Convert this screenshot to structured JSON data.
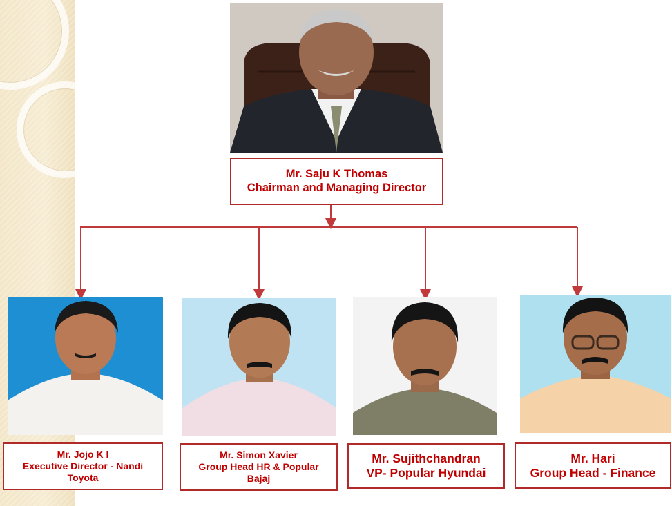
{
  "colors": {
    "accent": "#c00000",
    "box_border": "#b02a2a",
    "connector": "#c0393b",
    "side_strip": "#f3e6c8"
  },
  "chairman": {
    "name": "Mr. Saju K Thomas",
    "title": "Chairman and Managing Director"
  },
  "reports": [
    {
      "name": "Mr. Jojo K I",
      "title_line1": "Executive Director - Nandi",
      "title_line2": "Toyota"
    },
    {
      "name": "Mr. Simon Xavier",
      "title_line1": "Group Head HR & Popular",
      "title_line2": "Bajaj"
    },
    {
      "name": "Mr. Sujithchandran",
      "title_line1": "VP- Popular Hyundai",
      "title_line2": ""
    },
    {
      "name": "Mr. Hari",
      "title_line1": "Group Head - Finance",
      "title_line2": ""
    }
  ]
}
